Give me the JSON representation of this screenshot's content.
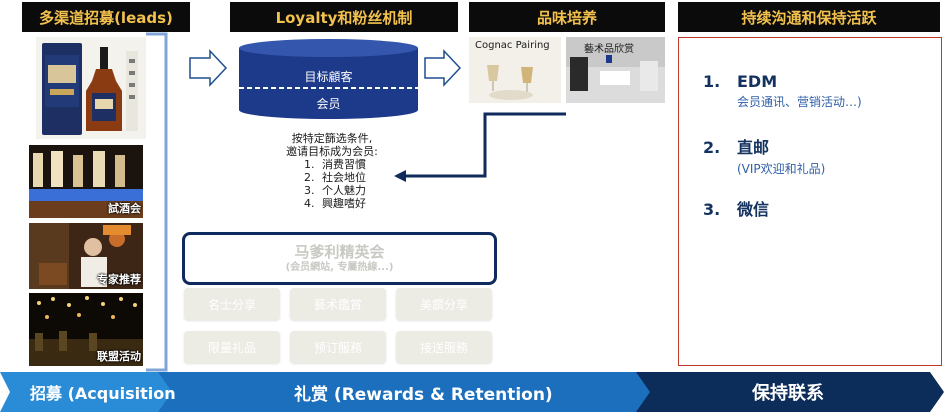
{
  "headers": {
    "leads": "多渠道招募(leads)",
    "loyalty": "Loyalty和粉丝机制",
    "taste": "品味培养",
    "engage": "持续沟通和保持活跃"
  },
  "left_photos": {
    "tasting": "試酒会",
    "expert": "专家推荐",
    "alliance": "联盟活动"
  },
  "cylinder": {
    "top_label": "目标顧客",
    "bottom_label": "会员"
  },
  "taste_photos": {
    "cognac": "Cognac Pairing",
    "art": "藝术品欣赏"
  },
  "criteria": {
    "intro_line1": "按特定篩选条件,",
    "intro_line2": "邀请目标成为会员:",
    "items": [
      {
        "num": "1.",
        "text": "消费習慣"
      },
      {
        "num": "2.",
        "text": "社会地位"
      },
      {
        "num": "3.",
        "text": "个人魅力"
      },
      {
        "num": "4.",
        "text": "興趣嗜好"
      }
    ]
  },
  "elite": {
    "title": "马爹利精英会",
    "subtitle": "(会员網站, 专屬热線...)"
  },
  "perks": [
    "名士分享",
    "藝术鑑賞",
    "美饌分享",
    "限量礼品",
    "预订服務",
    "接送服務"
  ],
  "engage_list": [
    {
      "num": "1.",
      "title": "EDM",
      "sub": "会员通讯、营销活动…)"
    },
    {
      "num": "2.",
      "title": "直邮",
      "sub": "(VIP欢迎和礼品)"
    },
    {
      "num": "3.",
      "title": "微信",
      "sub": ""
    }
  ],
  "bottom": {
    "acquisition": "招募 (Acquisition",
    "rewards": "礼赏 (Rewards & Retention)",
    "keep": "保持联系"
  },
  "colors": {
    "header_bg": "#0b0b0b",
    "header_text": "#f2c14e",
    "navy": "#0f2a5c",
    "cylinder": "#1d3a8a",
    "band_light": "#2a8bd6",
    "band_dark": "#0c2c5a",
    "box_border": "#c0392b"
  }
}
